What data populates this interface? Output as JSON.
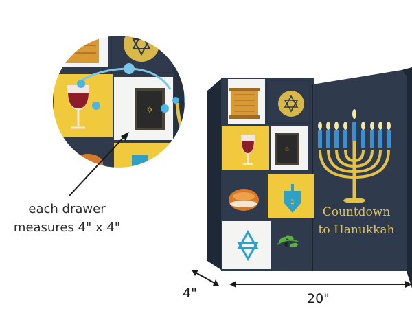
{
  "caption": {
    "line1": "each drawer",
    "line2": "measures 4\" x 4\""
  },
  "box": {
    "title_line1": "Countdown",
    "title_line2": "to Hanukkah"
  },
  "dimensions": {
    "depth": "4\"",
    "width": "20\""
  },
  "colors": {
    "navy": "#2f3a4c",
    "gold": "#e3c24a",
    "yellow": "#f0c93c",
    "white": "#f4f4f2",
    "teal": "#2fa0c8",
    "candle_blue": "#3b8fd0",
    "wine": "#8e1d2a"
  }
}
